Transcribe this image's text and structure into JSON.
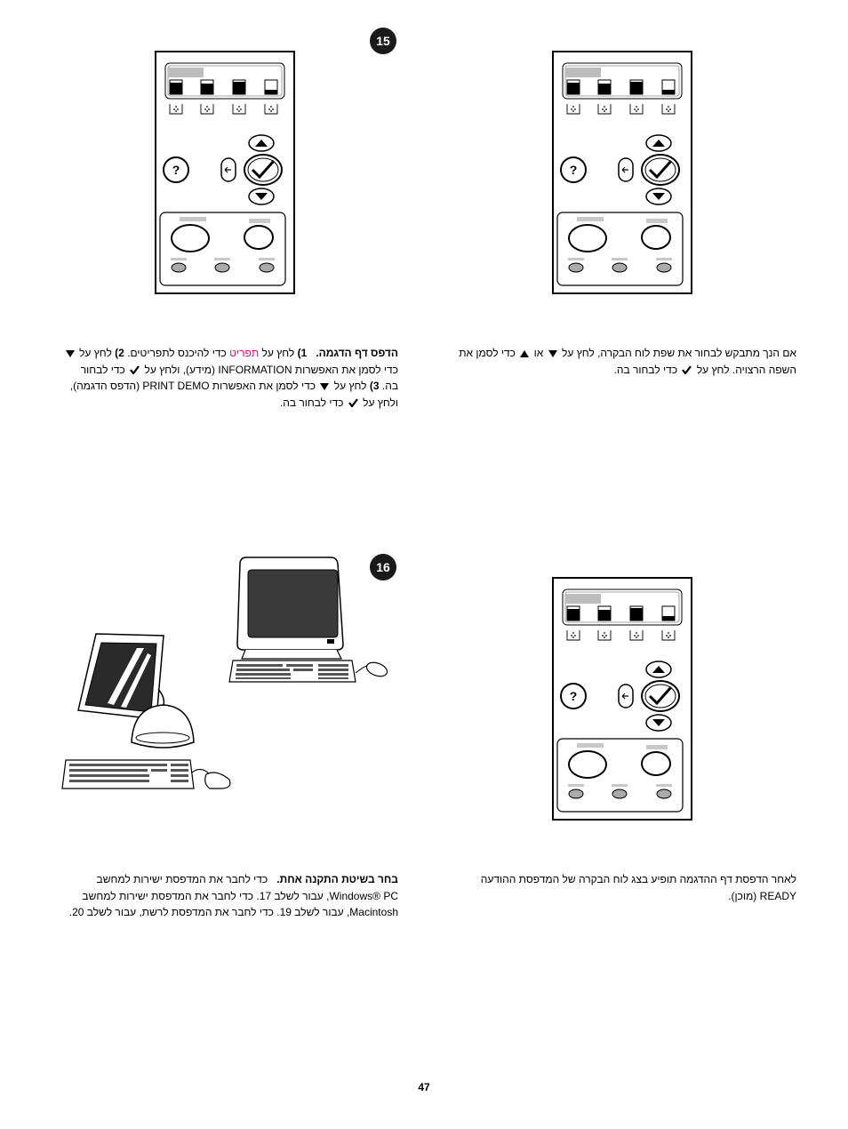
{
  "step15": {
    "number": "15"
  },
  "step16": {
    "number": "16"
  },
  "panel": {
    "help_icon": "question-mark",
    "back_icon": "back-arrow",
    "select_icon": "checkmark",
    "up_icon": "up-arrow",
    "down_icon": "down-arrow",
    "supplies": [
      "toner",
      "toner",
      "toner",
      "toner"
    ]
  },
  "text_language": {
    "line1_a": "אם הנך מתבקש לבחור את שפת לוח הבקרה, לחץ על",
    "line1_b": "או",
    "line1_c": "כדי לסמן את",
    "line2_a": "השפה הרצויה. לחץ על",
    "line2_b": "כדי לבחור בה."
  },
  "text_demo": {
    "title": "הדפס דף הדגמה.",
    "s1_num": "1)",
    "s1_a": "לחץ על",
    "s1_menu": "תפריט",
    "s1_b": "כדי להיכנס לתפריטים.",
    "s2_num": "2)",
    "s2_a": "לחץ על",
    "s2_b": "כדי לסמן את האפשרות",
    "s2_opt": "INFORMATION",
    "s2_c": "(מידע), ולחץ על",
    "s2_d": "כדי לבחור",
    "s2_e": "בה.",
    "s3_num": "3)",
    "s3_a": "לחץ על",
    "s3_b": "כדי לסמן את האפשרות",
    "s3_opt": "PRINT DEMO",
    "s3_c": "(הדפס הדגמה),",
    "s3_d": "ולחץ על",
    "s3_e": "כדי לבחור בה."
  },
  "text_ready": {
    "line1": "לאחר הדפסת דף ההדגמה תופיע בצג לוח הבקרה של המדפסת ההודעה",
    "line2_word": "READY",
    "line2_rest": "(מוכן)."
  },
  "text_install": {
    "title": "בחר בשיטת התקנה אחת.",
    "line1": "כדי לחבר את המדפסת ישירות למחשב",
    "line2": "Windows® PC, עבור לשלב 17. כדי לחבר את המדפסת ישירות למחשב",
    "line3": "Macintosh, עבור לשלב 19. כדי לחבר את המדפסת לרשת, עבור לשלב 20."
  },
  "page_number": "47"
}
